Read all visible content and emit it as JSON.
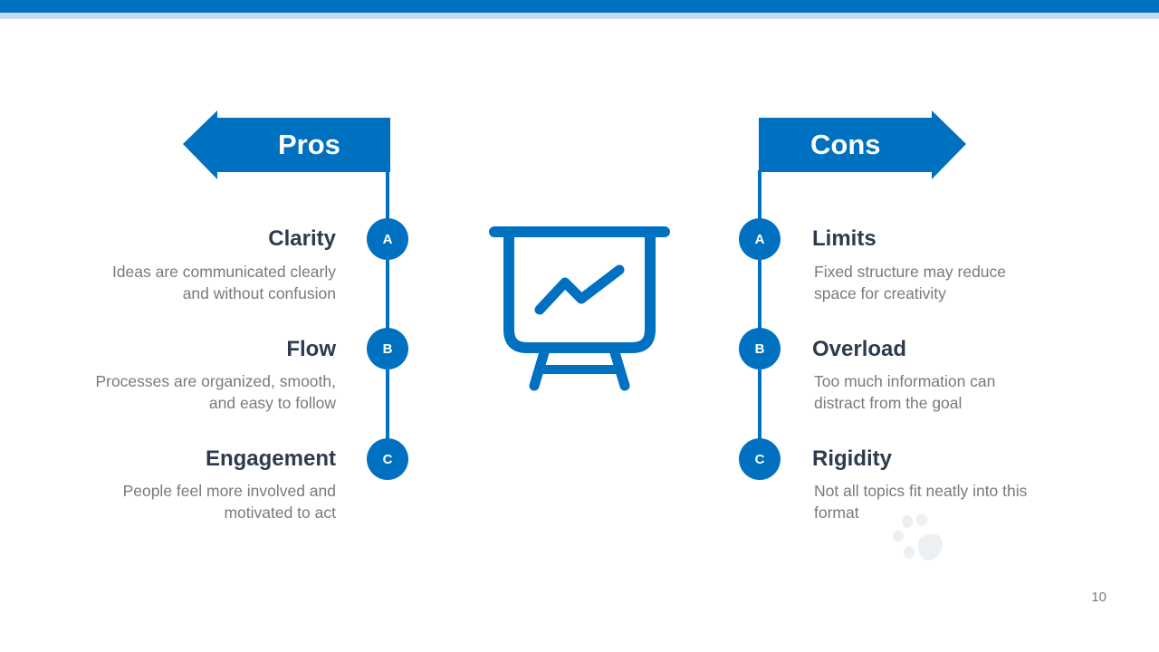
{
  "slide": {
    "page_number": "10",
    "accent_color": "#0070C0",
    "accent_light_color": "#C7D9EE",
    "title_color": "#2D3B4E",
    "text_color": "#7A7A7A"
  },
  "pros": {
    "label": "Pros",
    "items": [
      {
        "badge": "A",
        "title": "Clarity",
        "desc": "Ideas are communicated clearly and without confusion"
      },
      {
        "badge": "B",
        "title": "Flow",
        "desc": "Processes are organized, smooth, and easy to follow"
      },
      {
        "badge": "C",
        "title": "Engagement",
        "desc": "People feel more involved and motivated to act"
      }
    ]
  },
  "cons": {
    "label": "Cons",
    "items": [
      {
        "badge": "A",
        "title": "Limits",
        "desc": "Fixed structure may reduce space for creativity"
      },
      {
        "badge": "B",
        "title": "Overload",
        "desc": "Too much information can distract from the goal"
      },
      {
        "badge": "C",
        "title": "Rigidity",
        "desc": "Not all topics fit neatly into this format"
      }
    ]
  },
  "icons": {
    "center": "presentation-board-icon",
    "watermark": "paw-print-icon"
  }
}
